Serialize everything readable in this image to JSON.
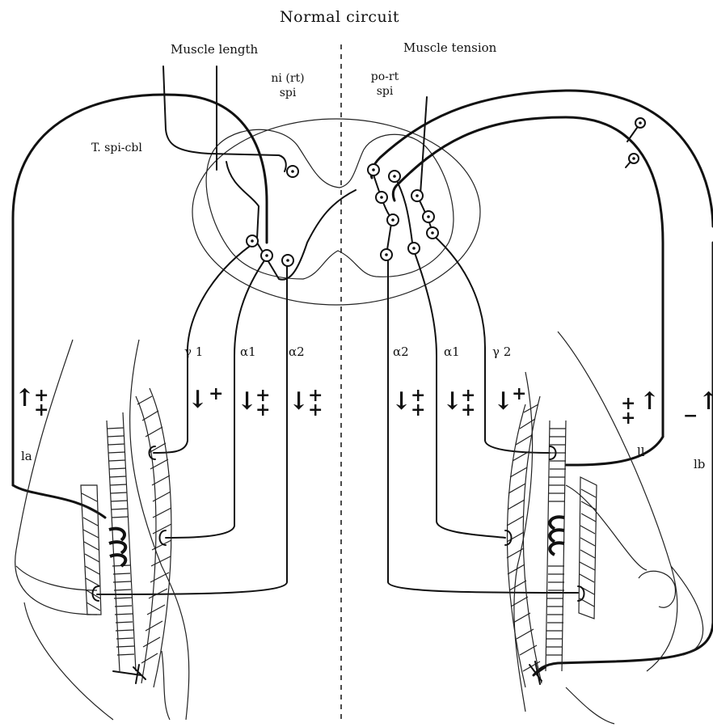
{
  "title": "Normal circuit",
  "labels": {
    "muscle_length": "Muscle length",
    "muscle_tension": "Muscle tension",
    "ni_rt_spi": [
      "ni (rt)",
      "spi"
    ],
    "po_rt_spi": [
      "po-rt",
      "spi"
    ],
    "t_spi_cbl": "T. spi-cbl",
    "gamma1": "γ 1",
    "alpha1_left": "α1",
    "alpha2_left": "α2",
    "alpha2_right": "α2",
    "alpha1_right": "α1",
    "gamma2": "γ 2",
    "la": "la",
    "ll": "ll",
    "lb": "lb"
  },
  "signs": {
    "la": "+\n+",
    "gamma1": "+",
    "alpha1_left": "+\n+",
    "alpha2_left": "+\n+",
    "alpha2_right": "+\n+",
    "alpha1_right": "+\n+",
    "gamma2": "+",
    "ll": "+\n+",
    "lb": "−"
  },
  "arrows": {
    "up": "↑",
    "down": "↓"
  }
}
